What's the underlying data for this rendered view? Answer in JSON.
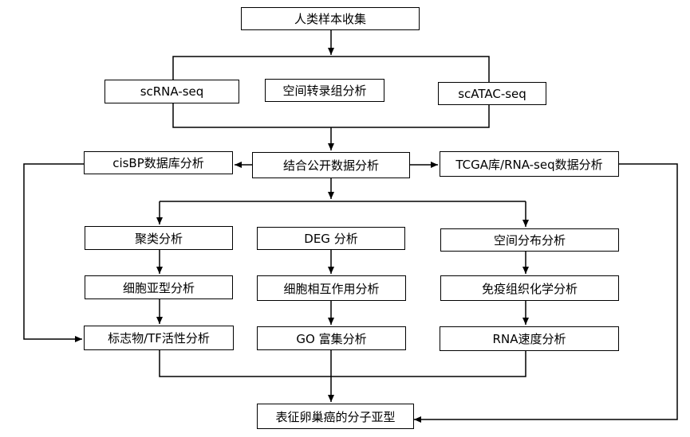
{
  "nodes": {
    "collect": "人类样本收集",
    "scrna": "scRNA-seq",
    "spatial_tx": "空间转录组分析",
    "scatac": "scATAC-seq",
    "combine": "结合公开数据分析",
    "cisbp": "cisBP数据库分析",
    "tcga": "TCGA库/RNA-seq数据分析",
    "cluster": "聚类分析",
    "subtype_cells": "细胞亚型分析",
    "markers": "标志物/TF活性分析",
    "deg": "DEG 分析",
    "interaction": "细胞相互作用分析",
    "go": "GO 富集分析",
    "spatial_dist": "空间分布分析",
    "ihc": "免疫组织化学分析",
    "velocity": "RNA速度分析",
    "final": "表征卵巢癌的分子亚型"
  },
  "colors": {
    "line": "#000000",
    "box_border": "#000000",
    "background": "#ffffff"
  }
}
